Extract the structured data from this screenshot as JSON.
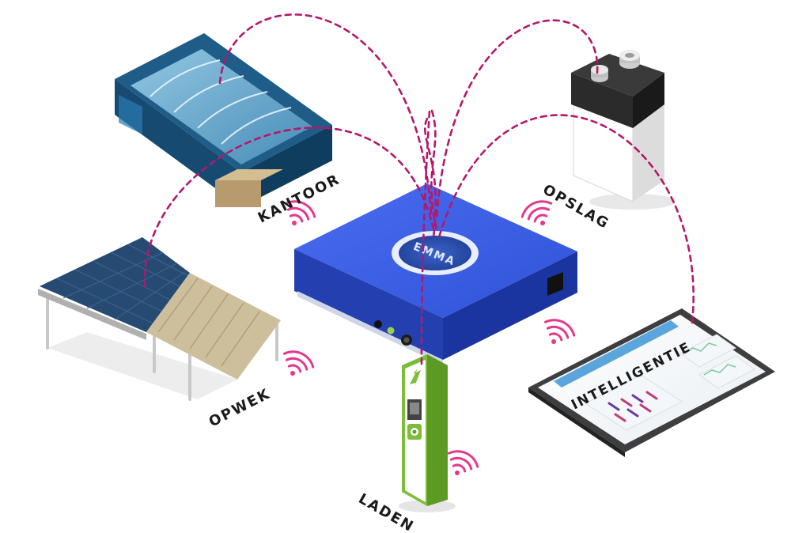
{
  "hub": {
    "logo_text": "EMMA",
    "color": "#3559e0"
  },
  "nodes": {
    "office": {
      "label": "KANTOOR"
    },
    "generation": {
      "label": "OPWEK"
    },
    "storage": {
      "label": "OPSLAG"
    },
    "charging": {
      "label": "LADEN"
    },
    "intelligence": {
      "label": "INTELLIGENTIE"
    }
  },
  "colors": {
    "connection": "#b5176b",
    "signal": "#e4388f",
    "hub": "#3559e0",
    "charger": "#7dbd3a"
  },
  "icons": [
    "wifi-icon",
    "lightning-bolt-icon"
  ]
}
